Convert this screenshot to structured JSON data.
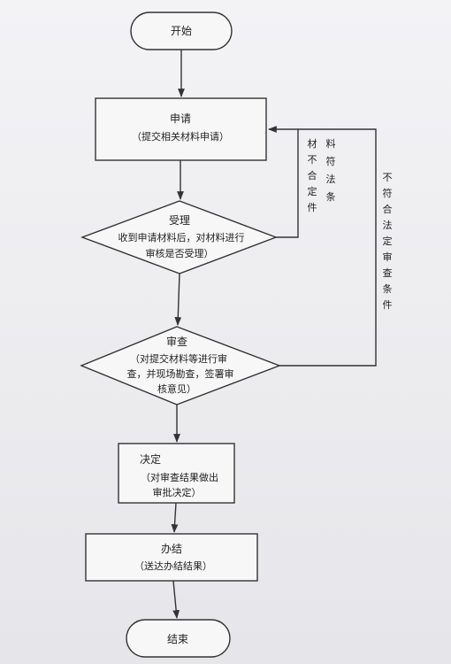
{
  "flowchart": {
    "start": "开始",
    "apply": {
      "title": "申请",
      "detail": "（提交相关材料申请）"
    },
    "accept": {
      "title": "受理",
      "detail_line1": "收到申请材料后，对材料进行",
      "detail_line2": "审核是否受理）"
    },
    "review": {
      "title": "审查",
      "detail_line1": "（对提交材料等进行审",
      "detail_line2": "查，并现场勘查，签署审",
      "detail_line3": "核意见）"
    },
    "decide": {
      "title": "决定",
      "detail_line1": "（对审查结果做出",
      "detail_line2": "审批决定）"
    },
    "finish": {
      "title": "办结",
      "detail": "（送达办结结果）"
    },
    "end": "结束",
    "loop_accept_label_right": "料符法条",
    "loop_accept_label_left": "材不合定件",
    "loop_review_label": "不符合法定审查条件"
  }
}
